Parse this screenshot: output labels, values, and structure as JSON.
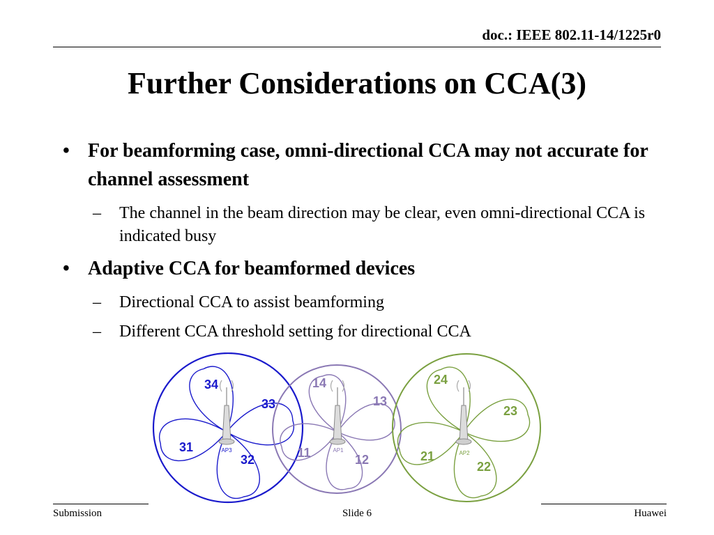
{
  "header": {
    "doc_id": "doc.: IEEE 802.11-14/1225r0"
  },
  "title": "Further Considerations on CCA(3)",
  "bullets": [
    {
      "text": "For beamforming case, omni-directional CCA may not accurate for channel assessment",
      "sub": [
        "The channel in the beam direction may be clear, even omni-directional CCA is indicated busy"
      ]
    },
    {
      "text": "Adaptive CCA for beamformed devices",
      "sub": [
        "Directional CCA to assist beamforming",
        "Different CCA threshold setting for directional CCA"
      ]
    }
  ],
  "markers": {
    "level1": "•",
    "level2": "–"
  },
  "figure": {
    "aps": [
      {
        "name": "AP3",
        "color": "#1a1acc",
        "beams": [
          "34",
          "33",
          "31",
          "32"
        ]
      },
      {
        "name": "AP1",
        "color": "#8a78b4",
        "beams": [
          "14",
          "13",
          "11",
          "12"
        ]
      },
      {
        "name": "AP2",
        "color": "#7aa040",
        "beams": [
          "24",
          "23",
          "21",
          "22"
        ]
      }
    ]
  },
  "footer": {
    "left": "Submission",
    "center": "Slide 6",
    "right": "Huawei"
  }
}
